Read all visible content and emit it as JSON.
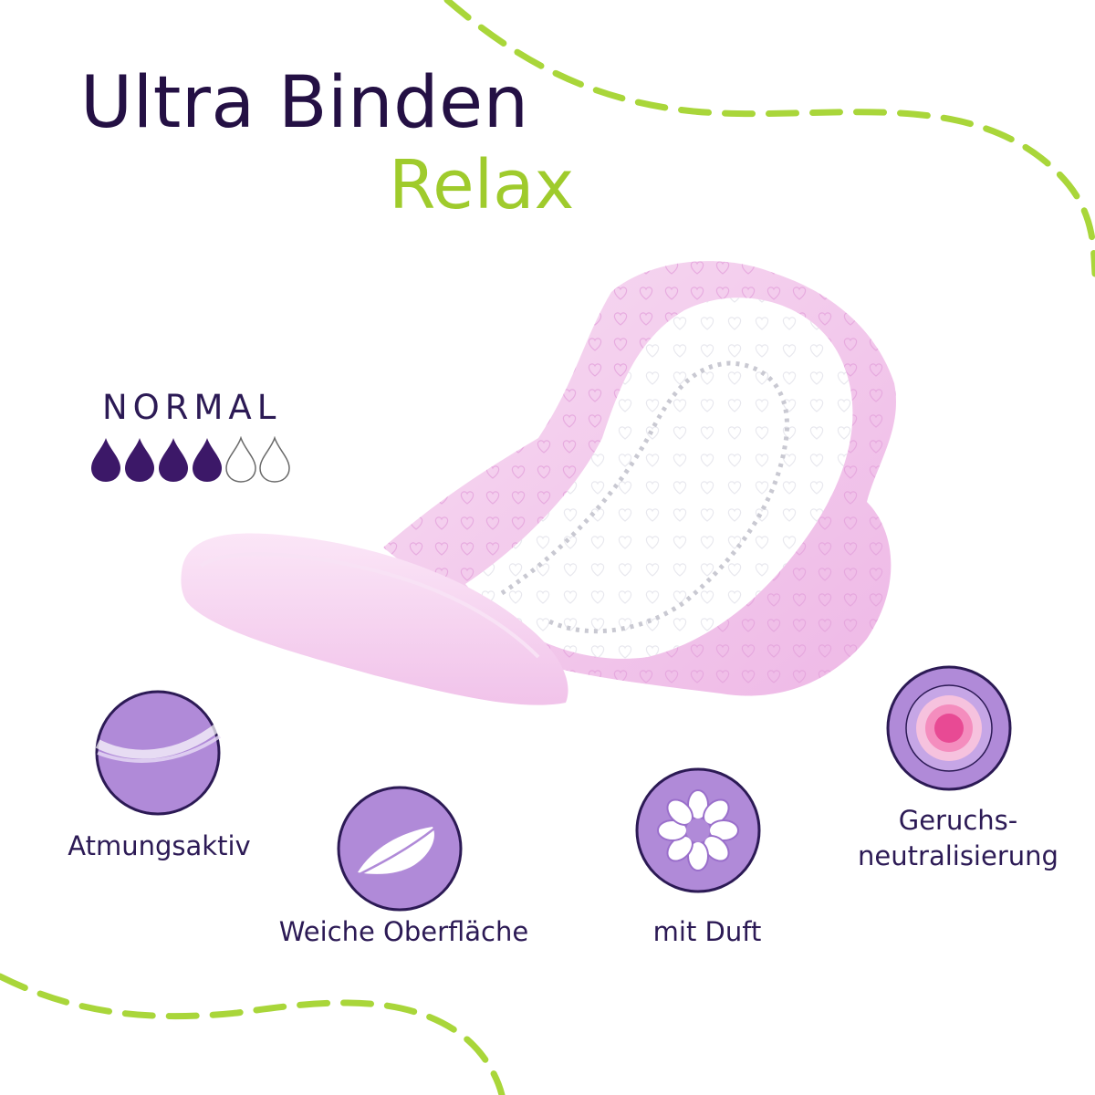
{
  "title": {
    "line1": "Ultra Binden",
    "line2": "Relax"
  },
  "absorbency": {
    "label": "NORMAL",
    "filled_drops": 4,
    "total_drops": 6
  },
  "features": [
    {
      "label": "Atmungsaktiv",
      "icon": "breathable-wave-icon"
    },
    {
      "label": "Weiche Oberfläche",
      "icon": "feather-icon"
    },
    {
      "label": "mit Duft",
      "icon": "flower-icon"
    },
    {
      "label_line1": "Geruchs-",
      "label_line2": "neutralisierung",
      "icon": "target-rings-icon"
    }
  ],
  "colors": {
    "title_dark": "#241044",
    "title_accent": "#9fcb2c",
    "icon_purple": "#b08ad8",
    "icon_outline": "#2c1a55",
    "pad_pink": "#f3c9ec",
    "dash_green": "#a9d63a"
  }
}
